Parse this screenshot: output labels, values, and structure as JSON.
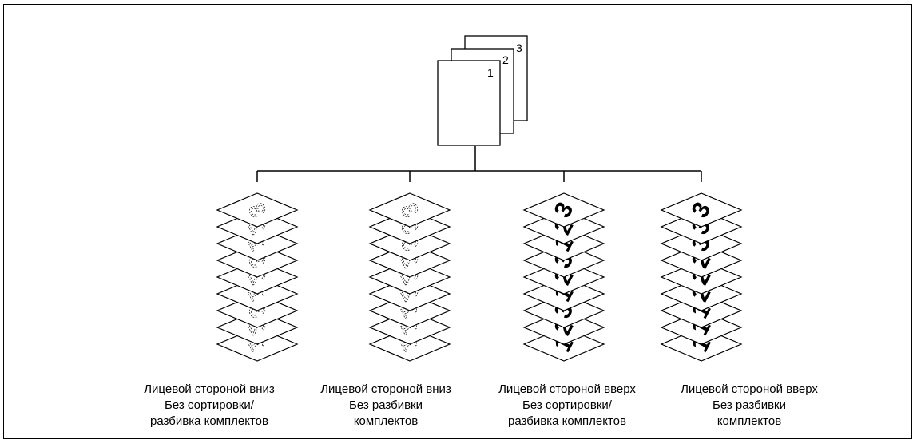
{
  "source": {
    "page_numbers": [
      "1",
      "2",
      "3"
    ]
  },
  "outputs": [
    {
      "orientation": "face-down",
      "pages": [
        "3",
        "2",
        "1",
        "3",
        "2",
        "1",
        "3",
        "2",
        "1"
      ],
      "label_lines": [
        "Лицевой стороной вниз",
        "Без сортировки/",
        "разбивка комплектов"
      ]
    },
    {
      "orientation": "face-down",
      "pages": [
        "3",
        "3",
        "3",
        "2",
        "2",
        "2",
        "1",
        "1",
        "1"
      ],
      "label_lines": [
        "Лицевой стороной вниз",
        "Без разбивки",
        "комплектов"
      ]
    },
    {
      "orientation": "face-up",
      "pages": [
        "3",
        "2",
        "1",
        "3",
        "2",
        "1",
        "3",
        "2",
        "1"
      ],
      "label_lines": [
        "Лицевой стороной вверх",
        "Без сортировки/",
        "разбивка комплектов"
      ]
    },
    {
      "orientation": "face-up",
      "pages": [
        "3",
        "3",
        "3",
        "2",
        "2",
        "2",
        "1",
        "1",
        "1"
      ],
      "label_lines": [
        "Лицевой стороной вверх",
        "Без разбивки",
        "комплектов"
      ]
    }
  ],
  "colors": {
    "stroke": "#000000",
    "paper": "#ffffff"
  }
}
